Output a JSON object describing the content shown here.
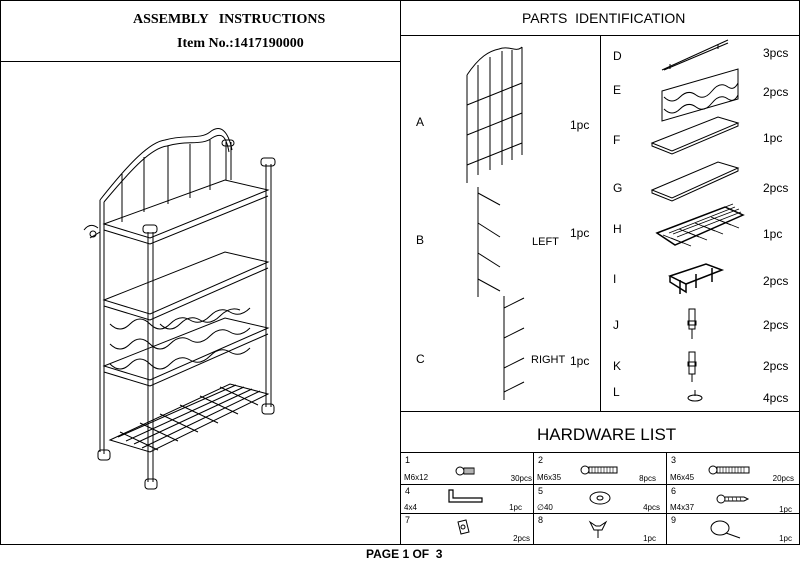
{
  "header": {
    "title": "ASSEMBLY   INSTRUCTIONS",
    "item_no": "Item No.:1417190000"
  },
  "parts": {
    "title": "PARTS  IDENTIFICATION",
    "left_col": [
      {
        "letter": "A",
        "qty": "1pc",
        "side": ""
      },
      {
        "letter": "B",
        "qty": "1pc",
        "side": "LEFT"
      },
      {
        "letter": "C",
        "qty": "1pc",
        "side": "RIGHT"
      }
    ],
    "right_col": [
      {
        "letter": "D",
        "qty": "3pcs"
      },
      {
        "letter": "E",
        "qty": "2pcs"
      },
      {
        "letter": "F",
        "qty": "1pc"
      },
      {
        "letter": "G",
        "qty": "2pcs"
      },
      {
        "letter": "H",
        "qty": "1pc"
      },
      {
        "letter": "I",
        "qty": "2pcs"
      },
      {
        "letter": "J",
        "qty": "2pcs"
      },
      {
        "letter": "K",
        "qty": "2pcs"
      },
      {
        "letter": "L",
        "qty": "4pcs"
      }
    ]
  },
  "hardware": {
    "title": "HARDWARE LIST",
    "items": [
      {
        "num": "1",
        "size": "M6x12",
        "qty": "30pcs",
        "icon": "bolt-short-icon"
      },
      {
        "num": "2",
        "size": "M6x35",
        "qty": "8pcs",
        "icon": "bolt-medium-icon"
      },
      {
        "num": "3",
        "size": "M6x45",
        "qty": "20pcs",
        "icon": "bolt-long-icon"
      },
      {
        "num": "4",
        "size": "4x4",
        "qty": "1pc",
        "icon": "allen-key-icon"
      },
      {
        "num": "5",
        "size": "∅40",
        "qty": "4pcs",
        "icon": "washer-icon"
      },
      {
        "num": "6",
        "size": "M4x37",
        "qty": "1pc",
        "icon": "screw-icon"
      },
      {
        "num": "7",
        "size": "",
        "qty": "2pcs",
        "icon": "bracket-icon"
      },
      {
        "num": "8",
        "size": "",
        "qty": "1pc",
        "icon": "wing-nut-icon"
      },
      {
        "num": "9",
        "size": "",
        "qty": "1pc",
        "icon": "cable-tie-icon"
      }
    ]
  },
  "footer": {
    "page": "PAGE 1 OF  3"
  }
}
